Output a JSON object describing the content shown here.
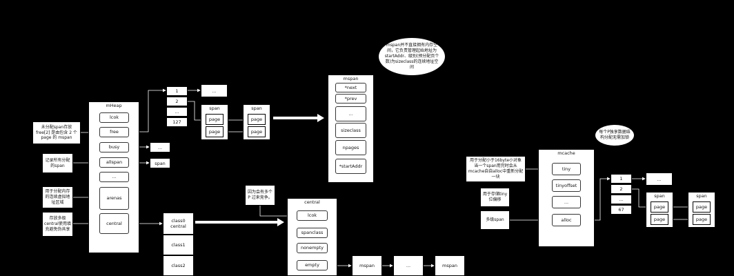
{
  "colors": {
    "background": "#000000",
    "box_fill": "#ffffff",
    "line": "#ffffff"
  },
  "bubbles": {
    "mspan_note": "mspan并不直接拥有内存空间，它负责管理起始地址为startAddr、级别(预分配页个数)为sizeclass的连续地址空间",
    "mcache_note": "每个P独享数据结构分配无需加锁"
  },
  "notes": {
    "free_note": "未分配span存放free[2] 是由包含 2 个page 的 mspan",
    "allspan_note": "记录所有分配的span",
    "arenas_note": "用于分配内存的连续虚拟地址区域",
    "central_note": "存放多级central使用填充避免伪共享",
    "lock_note": "因为会有多个P 过来竞争。",
    "tiny_note": "用于分配小于16byte小对象当一个span用完时会从mcache自自alloc中重新分配一块",
    "tinyoffset_note": "用于存储tiny位偏移",
    "alloc_note": "多级span"
  },
  "mheap": {
    "title": "mHeap",
    "fields": [
      "lcok",
      "free",
      "busy",
      "allspan",
      "...",
      "arenas",
      "central"
    ]
  },
  "free_list": {
    "cells": [
      "1",
      "2",
      "...",
      "127"
    ],
    "next": "..."
  },
  "busy_target": "...",
  "allspan_target": "span",
  "span_a": {
    "title": "span",
    "pages": [
      "page",
      "page"
    ]
  },
  "span_b": {
    "title": "span",
    "pages": [
      "page",
      "page"
    ]
  },
  "mspan": {
    "title": "mspan",
    "fields": [
      "*next",
      "*prev",
      "...",
      "sizeclass",
      "npages",
      "*startAddr"
    ]
  },
  "class_list": {
    "cells": [
      [
        "class0",
        "central"
      ],
      [
        "class1"
      ],
      [
        "class2"
      ]
    ]
  },
  "central": {
    "title": "central",
    "fields": [
      "lcok",
      "spanclass",
      "nonempty",
      "empty"
    ]
  },
  "empty_chain": [
    "mspan",
    "...",
    "mspan"
  ],
  "mcache": {
    "title": "mcache",
    "fields": [
      "tiny",
      "tinyoffset",
      "...",
      "alloc"
    ]
  },
  "alloc_list": {
    "cells": [
      "1",
      "2",
      "...",
      "67"
    ],
    "next": "..."
  },
  "span_c": {
    "title": "span",
    "pages": [
      "page",
      "page"
    ]
  },
  "span_d": {
    "title": "span",
    "pages": [
      "page",
      "page"
    ]
  }
}
